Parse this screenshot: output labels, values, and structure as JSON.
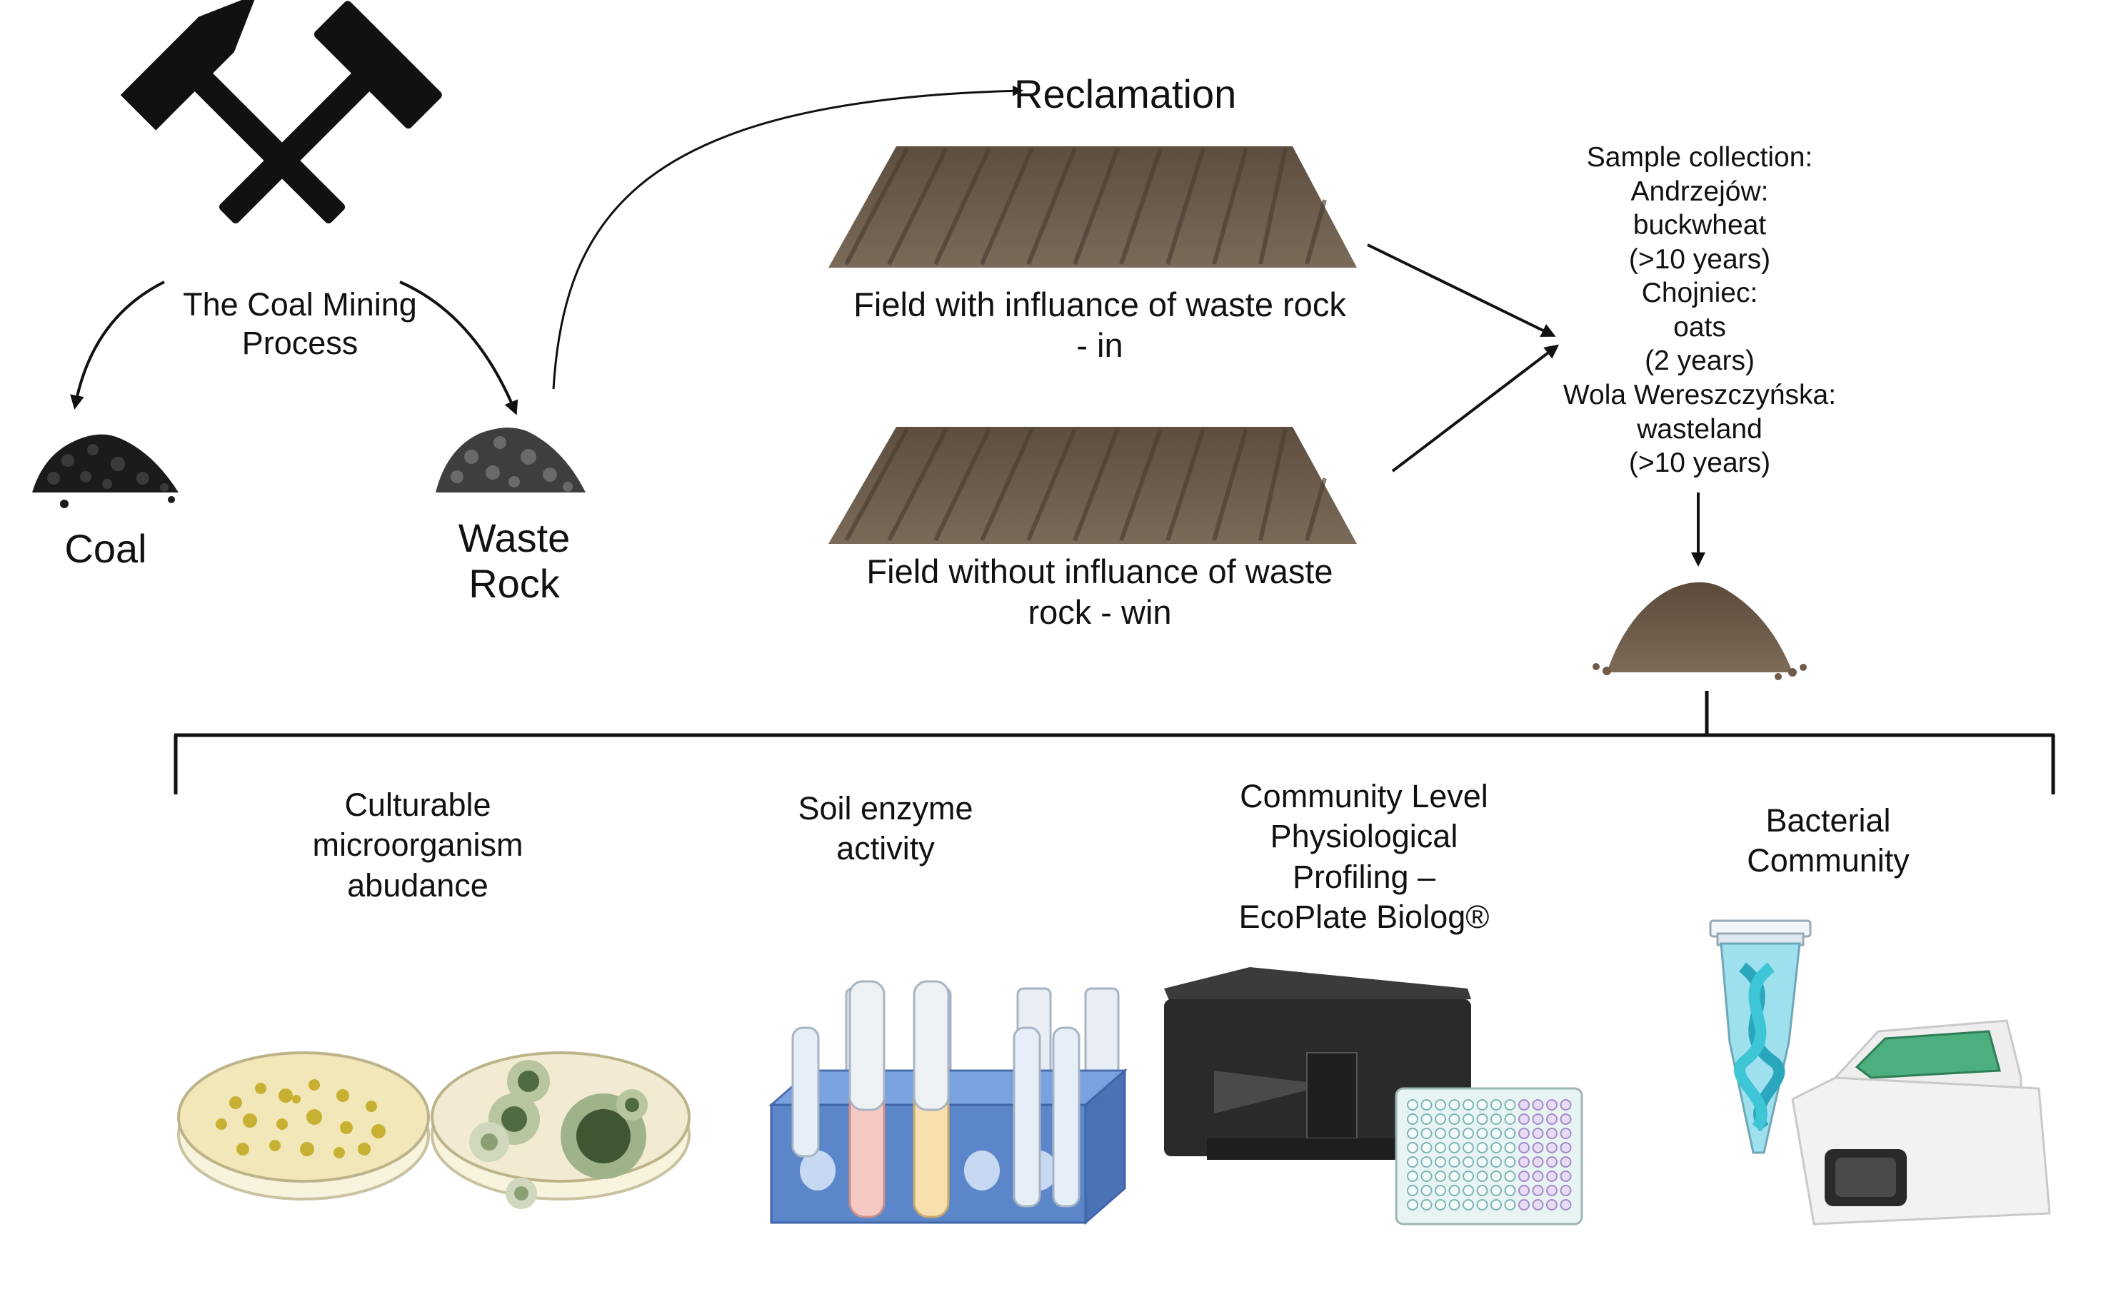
{
  "process": {
    "line1": "The Coal Mining",
    "line2": "Process"
  },
  "products": {
    "coal": "Coal",
    "waste_line1": "Waste",
    "waste_line2": "Rock"
  },
  "reclamation": "Reclamation",
  "fields": {
    "with_line1": "Field with influance of waste rock",
    "with_line2": "- in",
    "without_line1": "Field without influance of waste",
    "without_line2": "rock - win"
  },
  "samples": [
    "Sample collection:",
    "Andrzejów:",
    "buckwheat",
    "(>10 years)",
    "Chojniec:",
    "oats",
    "(2 years)",
    "Wola Wereszczyńska:",
    "wasteland",
    "(>10 years)"
  ],
  "analyses": {
    "culturable": [
      "Culturable",
      "microorganism",
      "abudance"
    ],
    "enzyme": [
      "Soil enzyme",
      "activity"
    ],
    "clpp": [
      "Community Level",
      "Physiological",
      "Profiling –",
      "EcoPlate Biolog®"
    ],
    "bacterial": [
      "Bacterial",
      "Community"
    ]
  },
  "colors": {
    "soil": "#6b5a4a",
    "coal": "#1a1a1a",
    "waste": "#3f3f3f",
    "rack": "#5b86c9",
    "screen": "#4caf7d"
  }
}
